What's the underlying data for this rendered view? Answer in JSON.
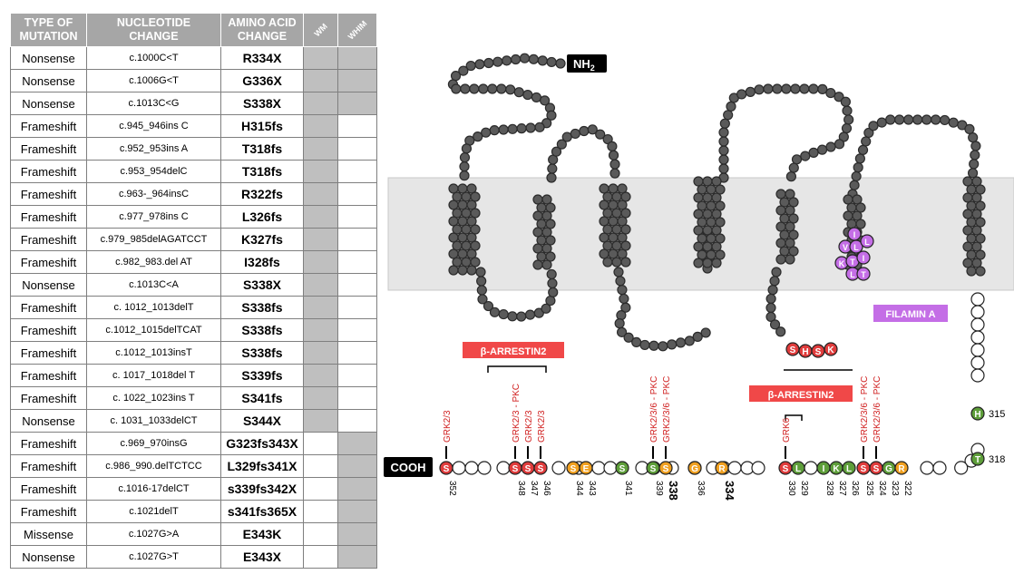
{
  "table": {
    "headers": [
      {
        "key": "type",
        "label1": "TYPE OF",
        "label2": "MUTATION"
      },
      {
        "key": "nuc",
        "label1": "NUCLEOTIDE",
        "label2": "CHANGE"
      },
      {
        "key": "aa",
        "label1": "AMINO ACID",
        "label2": "CHANGE"
      },
      {
        "key": "wm",
        "label1": "WM",
        "label2": ""
      },
      {
        "key": "whim",
        "label1": "WHIM",
        "label2": ""
      }
    ],
    "rows": [
      {
        "type": "Nonsense",
        "nuc": "c.1000C<T",
        "aa": "R334X",
        "wm": true,
        "whim": true
      },
      {
        "type": "Nonsense",
        "nuc": "c.1006G<T",
        "aa": "G336X",
        "wm": true,
        "whim": true
      },
      {
        "type": "Nonsense",
        "nuc": "c.1013C<G",
        "aa": "S338X",
        "wm": true,
        "whim": true
      },
      {
        "type": "Frameshift",
        "nuc": "c.945_946ins C",
        "aa": "H315fs",
        "wm": true,
        "whim": false
      },
      {
        "type": "Frameshift",
        "nuc": "c.952_953ins A",
        "aa": "T318fs",
        "wm": true,
        "whim": false
      },
      {
        "type": "Frameshift",
        "nuc": "c.953_954delC",
        "aa": "T318fs",
        "wm": true,
        "whim": false
      },
      {
        "type": "Frameshift",
        "nuc": "c.963-_964insC",
        "aa": "R322fs",
        "wm": true,
        "whim": false
      },
      {
        "type": "Frameshift",
        "nuc": "c.977_978ins C",
        "aa": "L326fs",
        "wm": true,
        "whim": false
      },
      {
        "type": "Frameshift",
        "nuc": "c.979_985delAGATCCT",
        "aa": "K327fs",
        "wm": true,
        "whim": false
      },
      {
        "type": "Frameshift",
        "nuc": "c.982_983.del AT",
        "aa": "I328fs",
        "wm": true,
        "whim": false
      },
      {
        "type": "Nonsense",
        "nuc": "c.1013C<A",
        "aa": "S338X",
        "wm": true,
        "whim": false
      },
      {
        "type": "Frameshift",
        "nuc": "c. 1012_1013delT",
        "aa": "S338fs",
        "wm": true,
        "whim": false
      },
      {
        "type": "Frameshift",
        "nuc": "c.1012_1015delTCAT",
        "aa": "S338fs",
        "wm": true,
        "whim": false
      },
      {
        "type": "Frameshift",
        "nuc": "c.1012_1013insT",
        "aa": "S338fs",
        "wm": true,
        "whim": false
      },
      {
        "type": "Frameshift",
        "nuc": "c. 1017_1018del T",
        "aa": "S339fs",
        "wm": true,
        "whim": false
      },
      {
        "type": "Frameshift",
        "nuc": "c. 1022_1023ins T",
        "aa": "S341fs",
        "wm": true,
        "whim": false
      },
      {
        "type": "Nonsense",
        "nuc": "c. 1031_1033delCT",
        "aa": "S344X",
        "wm": true,
        "whim": false
      },
      {
        "type": "Frameshift",
        "nuc": "c.969_970insG",
        "aa": "G323fs343X",
        "wm": false,
        "whim": true
      },
      {
        "type": "Frameshift",
        "nuc": "c.986_990.delTCTCC",
        "aa": "L329fs341X",
        "wm": false,
        "whim": true
      },
      {
        "type": "Frameshift",
        "nuc": "c.1016-17delCT",
        "aa": "s339fs342X",
        "wm": false,
        "whim": true
      },
      {
        "type": "Frameshift",
        "nuc": "c.1021delT",
        "aa": "s341fs365X",
        "wm": false,
        "whim": true
      },
      {
        "type": "Missense",
        "nuc": "c.1027G>A",
        "aa": "E343K",
        "wm": false,
        "whim": true
      },
      {
        "type": "Nonsense",
        "nuc": "c.1027G>T",
        "aa": "E343X",
        "wm": false,
        "whim": true
      }
    ]
  },
  "diagram": {
    "nh2_label": "NH",
    "nh2_sub": "2",
    "cooh_label": "COOH",
    "filamin_label": "FILAMIN A",
    "arrestin_label_1": "β-ARRESTIN2",
    "arrestin_label_2": "β-ARRESTIN2",
    "kinases": {
      "k352": "GRK2/3",
      "k348": "GRK2/3 - PKC",
      "k347": "GRK2/3",
      "k346": "GRK2/3",
      "k339": "GRK2/3/6 - PKC",
      "k338": "GRK2/3/6 - PKC",
      "k330": "GRK6",
      "k325": "GRK2/3/6 - PKC",
      "k324": "GRK2/3/6 - PKC"
    },
    "residue_letters": {
      "r352": "S",
      "r348": "S",
      "r347": "S",
      "r346": "S",
      "r344": "S",
      "r343": "E",
      "r341": "S",
      "r339": "S",
      "r338": "S",
      "r336": "G",
      "r334": "R",
      "r330": "S",
      "r329": "L",
      "r328": "I",
      "r327": "K",
      "r326": "L",
      "r325": "S",
      "r324": "S",
      "r323": "G",
      "r322": "R",
      "r315": "H",
      "r318": "T"
    },
    "residue_numbers": {
      "n352": "352",
      "n348": "348",
      "n347": "347",
      "n346": "346",
      "n344": "344",
      "n343": "343",
      "n341": "341",
      "n339": "339",
      "n338": "338",
      "n336": "336",
      "n334": "334",
      "n330": "330",
      "n329": "329",
      "n328": "328",
      "n327": "327",
      "n326": "326",
      "n325": "325",
      "n324": "324",
      "n323": "323",
      "n322": "322",
      "n315": "315",
      "n318": "318"
    },
    "shk_letters": [
      "S",
      "H",
      "S",
      "K"
    ],
    "filamin_letters": [
      "I",
      "V",
      "L",
      "L",
      "K",
      "T",
      "I",
      "L",
      "T"
    ],
    "colors": {
      "red": "#e03c3c",
      "green": "#5e9e3a",
      "orange": "#f0a020",
      "purple": "#c46ee6",
      "grey": "#5a5a5a",
      "arrestin": "#f04848"
    }
  }
}
